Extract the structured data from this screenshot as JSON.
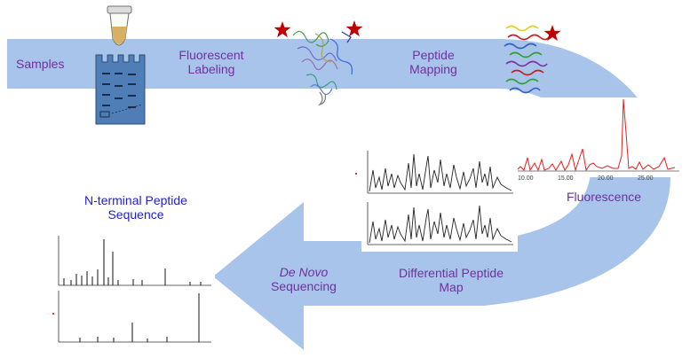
{
  "labels": {
    "samples": "Samples",
    "fluorescent_labeling": [
      "Fluorescent",
      "Labeling"
    ],
    "peptide_mapping": [
      "Peptide",
      "Mapping"
    ],
    "fluorescence": "Fluorescence",
    "differential_map": [
      "Differential Peptide",
      "Map"
    ],
    "de_novo": [
      "De Novo",
      "Sequencing"
    ],
    "n_terminal": [
      "N-terminal  Peptide",
      "Sequence"
    ]
  },
  "fluorescence_chart": {
    "ticks": [
      "10.00",
      "15.00",
      "20.00",
      "25.00"
    ]
  },
  "colors": {
    "band": "#a9c4ea",
    "star": "#c00000",
    "label_purple": "#7030a0",
    "label_blue": "#1f1fcc",
    "trace_red": "#e02020"
  }
}
